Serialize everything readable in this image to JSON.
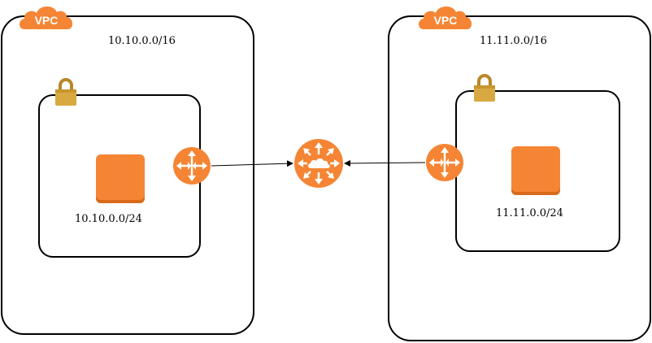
{
  "vpcs": [
    {
      "badge_label": "VPC",
      "cidr": "10.10.0.0/16",
      "subnet_cidr": "10.10.0.0/24"
    },
    {
      "badge_label": "VPC",
      "cidr": "11.11.0.0/16",
      "subnet_cidr": "11.11.0.0/24"
    }
  ],
  "icons": {
    "vpc_badge": "cloud-icon",
    "subnet_lock": "lock-icon",
    "instance": "ec2-instance-icon",
    "router": "router-icon",
    "gateway": "transit-gateway-icon"
  },
  "colors": {
    "aws_orange": "#f58534",
    "lock_gold": "#d9a941",
    "stroke": "#000000"
  }
}
